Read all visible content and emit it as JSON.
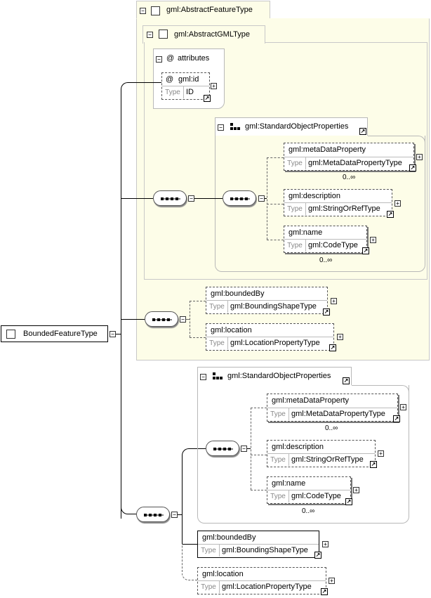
{
  "root": {
    "name": "BoundedFeatureType"
  },
  "abstract_feature": {
    "title": "gml:AbstractFeatureType",
    "gml_type": {
      "title": "gml:AbstractGMLType",
      "attributes": {
        "label": "attributes",
        "at_symbol": "@",
        "id_attr": {
          "name": "gml:id",
          "type_label": "Type",
          "type": "ID"
        }
      },
      "std_props": {
        "title": "gml:StandardObjectProperties",
        "meta": {
          "name": "gml:metaDataProperty",
          "type_label": "Type",
          "type": "gml:MetaDataPropertyType",
          "card": "0..∞"
        },
        "description": {
          "name": "gml:description",
          "type_label": "Type",
          "type": "gml:StringOrRefType"
        },
        "name": {
          "name": "gml:name",
          "type_label": "Type",
          "type": "gml:CodeType",
          "card": "0..∞"
        }
      }
    },
    "bounded_by": {
      "name": "gml:boundedBy",
      "type_label": "Type",
      "type": "gml:BoundingShapeType"
    },
    "location": {
      "name": "gml:location",
      "type_label": "Type",
      "type": "gml:LocationPropertyType"
    }
  },
  "extension": {
    "std_props": {
      "title": "gml:StandardObjectProperties",
      "meta": {
        "name": "gml:metaDataProperty",
        "type_label": "Type",
        "type": "gml:MetaDataPropertyType",
        "card": "0..∞"
      },
      "description": {
        "name": "gml:description",
        "type_label": "Type",
        "type": "gml:StringOrRefType"
      },
      "name": {
        "name": "gml:name",
        "type_label": "Type",
        "type": "gml:CodeType",
        "card": "0..∞"
      }
    },
    "bounded_by": {
      "name": "gml:boundedBy",
      "type_label": "Type",
      "type": "gml:BoundingShapeType"
    },
    "location": {
      "name": "gml:location",
      "type_label": "Type",
      "type": "gml:LocationPropertyType"
    }
  },
  "glyphs": {
    "collapse": "−",
    "expand": "+",
    "link": "↗"
  }
}
